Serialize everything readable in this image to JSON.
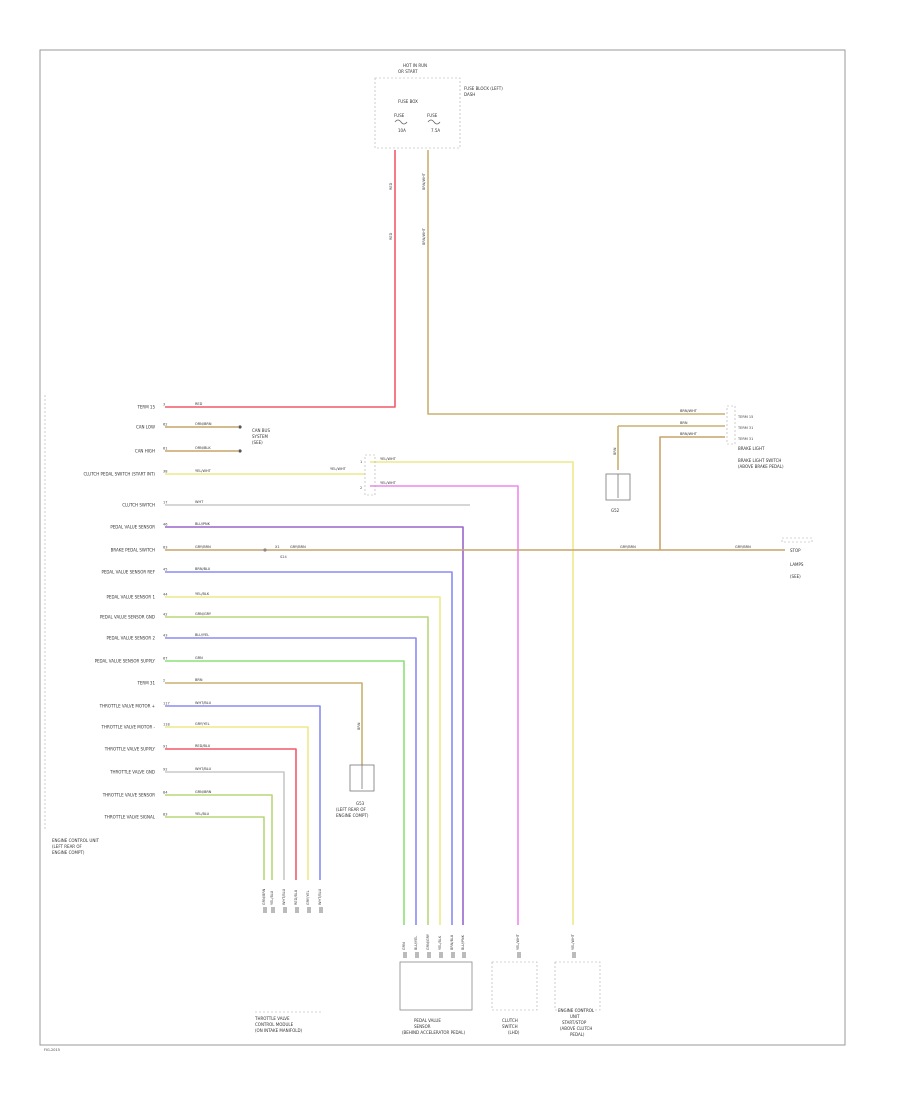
{
  "colors": {
    "red": "#f25a6a",
    "orange": "#c9a46a",
    "yellow": "#ece98a",
    "purple": "#9a66cc",
    "blue": "#8c8cf2",
    "green": "#8ce07a",
    "lime": "#b7d77a",
    "pink": "#ee88ee",
    "grey": "#c8c8c8",
    "tan": "#c8b070"
  },
  "fuse_box": {
    "title_1": "HOT IN RUN",
    "title_2": "OR START",
    "side_label_1": "FUSE BLOCK (LEFT)",
    "side_label_2": "DASH",
    "inner_label": "FUSE BOX",
    "fuse_1": "FUSE",
    "fuse_2": "FUSE",
    "amp_1": "10A",
    "amp_2": "7.5A"
  },
  "fuse_wires": {
    "left_label": "RED",
    "right_label": "BRN/WHT"
  },
  "ecm": {
    "label_1": "ENGINE CONTROL UNIT",
    "label_2": "(LEFT REAR OF",
    "label_3": "ENGINE COMPT)",
    "pins": [
      {
        "label": "TERM 15",
        "pin": "3",
        "wire": "RED"
      },
      {
        "label": "CAN LOW",
        "pin": "62",
        "wire": "ORN/BRN"
      },
      {
        "label": "CAN HIGH",
        "pin": "61",
        "wire": "ORN/BLK"
      },
      {
        "label": "CLUTCH PEDAL SWITCH (START INT)",
        "pin": "38",
        "wire": "YEL/WHT"
      },
      {
        "label": "CLUTCH SWITCH",
        "pin": "17",
        "wire": "WHT"
      },
      {
        "label": "PEDAL VALUE SENSOR",
        "pin": "46",
        "wire": "BLU/PNK"
      },
      {
        "label": "BRAKE PEDAL SWITCH",
        "pin": "63",
        "wire": "GRY/BRN"
      },
      {
        "label": "PEDAL VALUE SENSOR REF",
        "pin": "45",
        "wire": "BRN/BLU"
      },
      {
        "label": "PEDAL VALUE SENSOR 1",
        "pin": "44",
        "wire": "YEL/BLK"
      },
      {
        "label": "PEDAL VALUE SENSOR GND",
        "pin": "42",
        "wire": "GRN/GRY"
      },
      {
        "label": "PEDAL VALUE SENSOR 2",
        "pin": "43",
        "wire": "BLU/YEL"
      },
      {
        "label": "PEDAL VALUE SENSOR SUPPLY",
        "pin": "67",
        "wire": "GRN"
      },
      {
        "label": "TERM 31",
        "pin": "2",
        "wire": "BRN"
      },
      {
        "label": "THROTTLE VALVE MOTOR +",
        "pin": "117",
        "wire": "WHT/BLU"
      },
      {
        "label": "THROTTLE VALVE MOTOR -",
        "pin": "118",
        "wire": "GRY/YEL"
      },
      {
        "label": "THROTTLE VALVE SUPPLY",
        "pin": "91",
        "wire": "RED/BLU"
      },
      {
        "label": "THROTTLE VALVE GND",
        "pin": "92",
        "wire": "WHT/BLU"
      },
      {
        "label": "THROTTLE VALVE SENSOR",
        "pin": "84",
        "wire": "GRN/BRN"
      },
      {
        "label": "THROTTLE VALVE SIGNAL",
        "pin": "83",
        "wire": "YEL/BLU"
      }
    ]
  },
  "can_label": {
    "line_1": "CAN BUS",
    "line_2": "SYSTEM",
    "line_3": "(SEE)"
  },
  "clutch_switch": {
    "label_a": "YEL/WHT",
    "label_b": "YEL/WHT",
    "pin_1": "1",
    "pin_2": "2",
    "wire_1": "YEL/WHT",
    "wire_2": "YEL/WHT"
  },
  "brake_switch": {
    "pin": "X1",
    "wire": "GRY/BRN",
    "label": "S24"
  },
  "right_connector": {
    "wire_1": "BRN/WHT",
    "wire_2": "BRN",
    "wire_3": "BRN/WHT",
    "pin_1": "TERM 15",
    "pin_2": "TERM 31",
    "pin_3": "TERM 31",
    "name_1": "BRAKE LIGHT",
    "name_2": "BRAKE LIGHT SWITCH",
    "name_3": "(ABOVE BRAKE PEDAL)"
  },
  "right_ground": {
    "wire": "BRN",
    "name": "G52"
  },
  "stop_lamp": {
    "wire": "GRY/BRN",
    "label_1": "STOP",
    "label_2": "LAMPS",
    "label_3": "(SEE)"
  },
  "center_ground": {
    "wire": "BRN",
    "name_1": "G53",
    "name_2": "(LEFT REAR OF",
    "name_3": "ENGINE COMPT)"
  },
  "bottom_connectors": {
    "throttle": {
      "wires": [
        "GRN/BRN",
        "YEL/BLU",
        "WHT/BLU",
        "RED/BLU",
        "GRY/YEL",
        "WHT/BLU"
      ],
      "name_1": "THROTTLE VALVE",
      "name_2": "CONTROL MODULE",
      "name_3": "(ON INTAKE MANIFOLD)"
    },
    "pedal": {
      "wires": [
        "GRN",
        "BLU/YEL",
        "GRN/GRY",
        "YEL/BLK",
        "BRN/BLU",
        "BLU/PNK"
      ],
      "name_1": "PEDAL VALUE",
      "name_2": "SENSOR",
      "name_3": "(BEHIND ACCELERATOR PEDAL)"
    },
    "clutch": {
      "wires": [
        "YEL/WHT"
      ],
      "name_1": "CLUTCH",
      "name_2": "SWITCH",
      "name_3": "(LHD)"
    },
    "module": {
      "wires": [
        "YEL/WHT"
      ],
      "name_1": "ENGINE CONTROL",
      "name_2": "UNIT",
      "name_3": "START/STOP",
      "name_4": "(ABOVE CLUTCH",
      "name_5": "PEDAL)"
    }
  },
  "footer_code": "FIG-2015"
}
